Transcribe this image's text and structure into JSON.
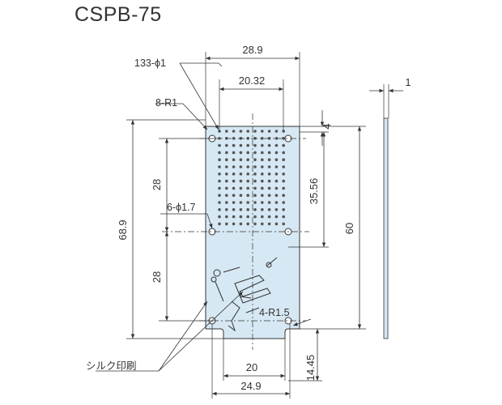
{
  "title": "CSPB-75",
  "dimensions": {
    "top_width": "28.9",
    "inner_pitch_width": "20.32",
    "thickness": "1",
    "top_offset": "4",
    "hole_span_upper": "35.56",
    "mount_span": "60",
    "total_height": "68.9",
    "upper_half": "28",
    "lower_half": "28",
    "bottom_inner_width": "20",
    "bottom_width": "24.9",
    "tab_height": "14.45"
  },
  "callouts": {
    "holes": "133-ϕ1",
    "corner_radius_top": "8-R1",
    "mount_holes": "6-ϕ1.7",
    "corner_radius_bottom": "4-R1.5",
    "silk_print": "シルク印刷"
  },
  "colors": {
    "board_fill": "#d6e8f3",
    "line": "#333333",
    "centerline": "#333333"
  }
}
